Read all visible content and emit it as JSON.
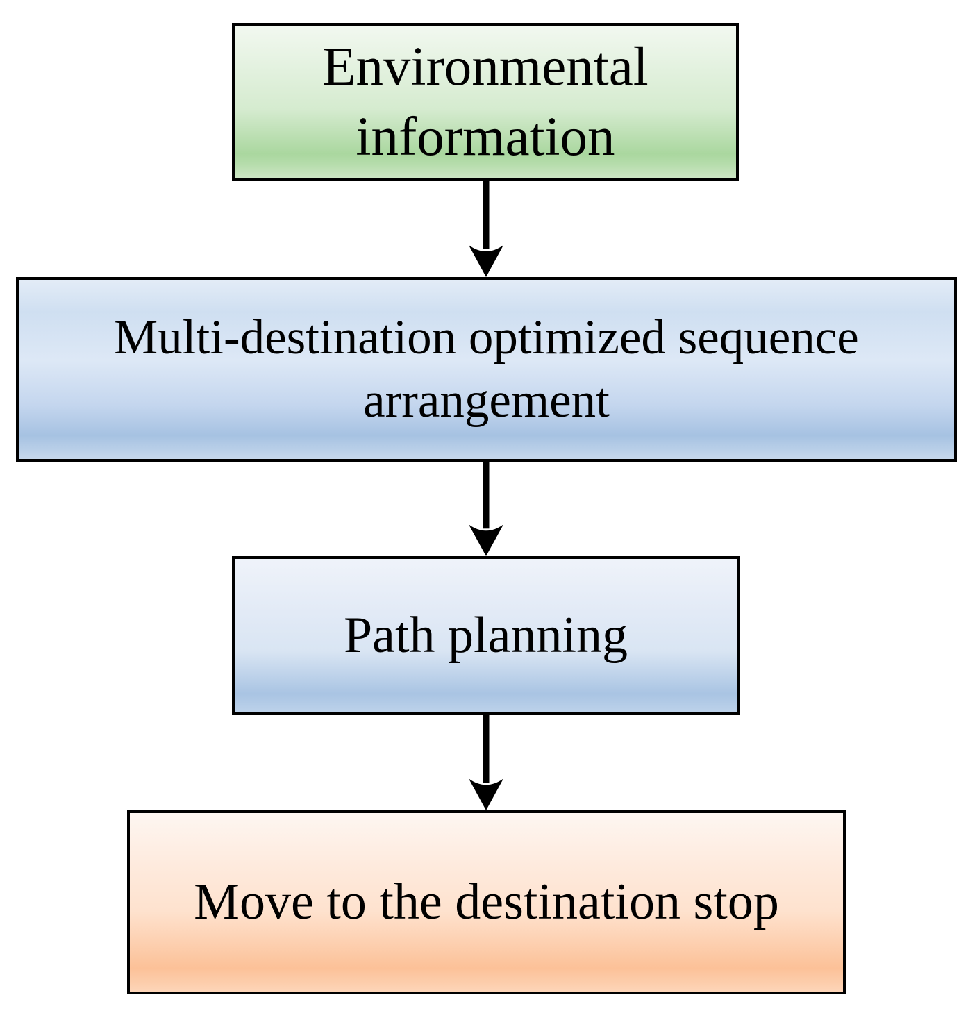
{
  "diagram": {
    "type": "flowchart",
    "direction": "top-to-bottom",
    "background_color": "#ffffff",
    "text_color": "#000000",
    "border_color": "#000000",
    "arrow_color": "#000000",
    "nodes": [
      {
        "id": "environmental-information",
        "label": "Environmental\ninformation",
        "shape": "rectangle",
        "fill_top": "#f2f8f0",
        "fill_bottom": "#aad79f",
        "fill_family": "green"
      },
      {
        "id": "multi-destination-optimized-sequence-arrangement",
        "label": "Multi-destination optimized sequence\narrangement",
        "shape": "rectangle",
        "fill_top": "#e3ecf7",
        "fill_bottom": "#a6c2e2",
        "fill_family": "blue"
      },
      {
        "id": "path-planning",
        "label": "Path planning",
        "shape": "rectangle",
        "fill_top": "#eff3fa",
        "fill_bottom": "#a9c4e3",
        "fill_family": "blue"
      },
      {
        "id": "move-to-the-destination-stop",
        "label": "Move to the destination stop",
        "shape": "rectangle",
        "fill_top": "#fdf6f1",
        "fill_bottom": "#fcc198",
        "fill_family": "orange"
      }
    ],
    "edges": [
      {
        "from": "environmental-information",
        "to": "multi-destination-optimized-sequence-arrangement",
        "style": "straight-down-arrow",
        "color": "#000000"
      },
      {
        "from": "multi-destination-optimized-sequence-arrangement",
        "to": "path-planning",
        "style": "straight-down-arrow",
        "color": "#000000"
      },
      {
        "from": "path-planning",
        "to": "move-to-the-destination-stop",
        "style": "straight-down-arrow",
        "color": "#000000"
      }
    ]
  }
}
